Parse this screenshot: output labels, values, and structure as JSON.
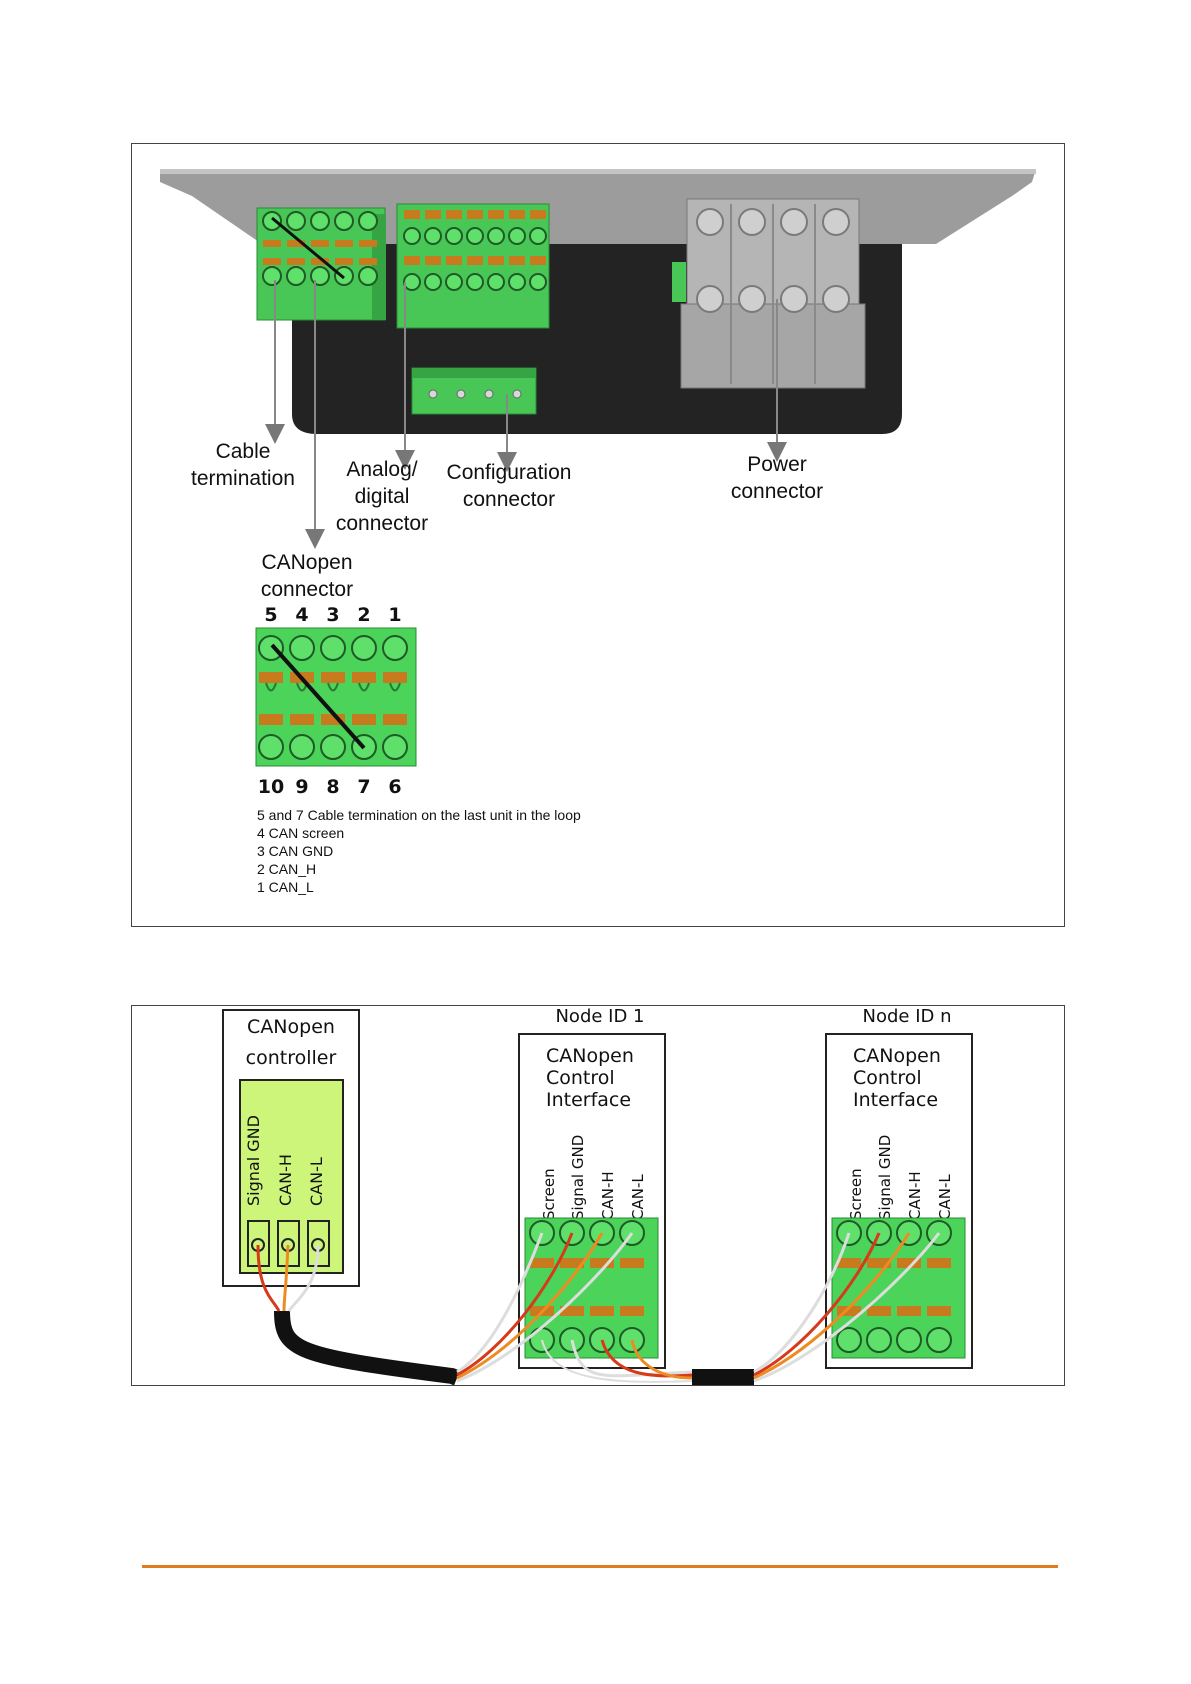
{
  "figure1": {
    "labels": {
      "cable_termination": "Cable\ntermination",
      "analog_digital": "Analog/\ndigital\nconnector",
      "configuration": "Configuration\nconnector",
      "power": "Power\nconnector",
      "canopen": "CANopen\nconnector"
    },
    "pins_top": [
      "5",
      "4",
      "3",
      "2",
      "1"
    ],
    "pins_bottom": [
      "10",
      "9",
      "8",
      "7",
      "6"
    ],
    "legend": [
      "5 and 7 Cable termination on the last unit in the loop",
      "4  CAN screen",
      "3 CAN GND",
      "2 CAN_H",
      "1 CAN_L"
    ]
  },
  "figure2": {
    "controller": {
      "title_line1": "CANopen",
      "title_line2": "controller",
      "terminals": [
        "Signal GND",
        "CAN-H",
        "CAN-L"
      ]
    },
    "node1": {
      "header": "Node ID 1",
      "title": [
        "CANopen",
        "Control",
        "Interface"
      ],
      "terminals": [
        "Screen",
        "Signal GND",
        "CAN-H",
        "CAN-L"
      ]
    },
    "noden": {
      "header": "Node ID n",
      "title": [
        "CANopen",
        "Control",
        "Interface"
      ],
      "terminals": [
        "Screen",
        "Signal GND",
        "CAN-H",
        "CAN-L"
      ]
    }
  },
  "colors": {
    "connector_green": "#4cd35a",
    "terminal_orange": "#c87a1e",
    "plate_grey": "#9a9a9a",
    "housing_dark": "#222222",
    "controller_green": "#cdf57a",
    "wire_red": "#d63a1a",
    "wire_orange": "#ee8a22",
    "footer_accent": "#e07b20"
  }
}
